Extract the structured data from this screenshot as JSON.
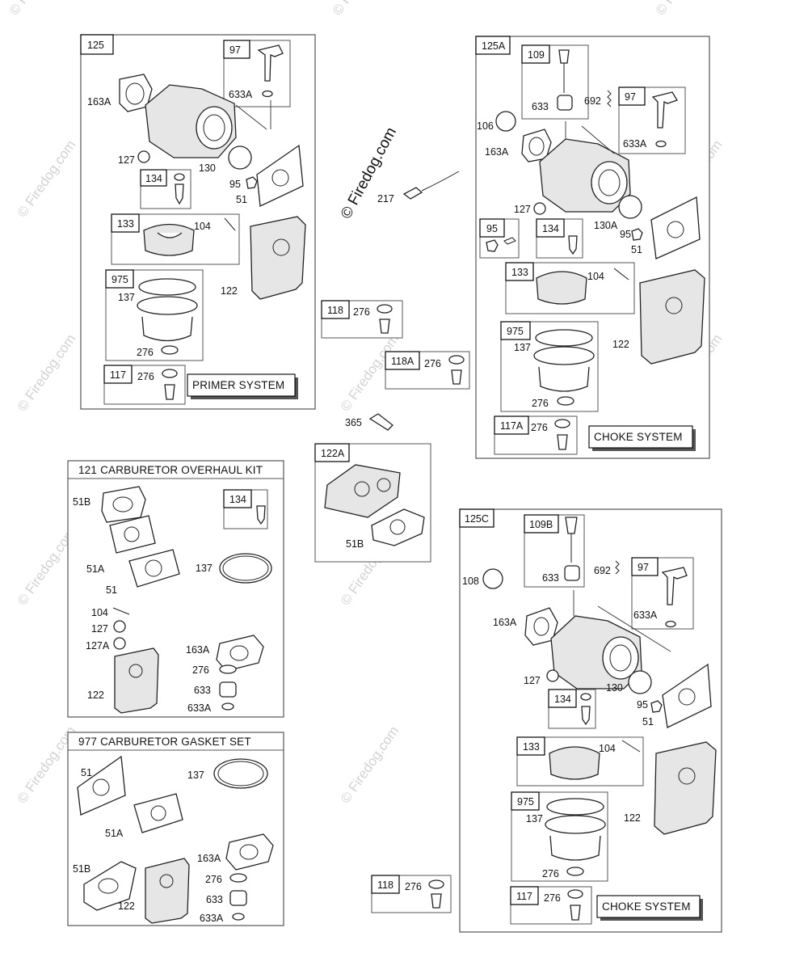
{
  "watermark": {
    "main": "© Firedog.com",
    "repeat": "© Firedog.com"
  },
  "sections": {
    "s125": {
      "tag": "125",
      "subs": {
        "97": "97",
        "134": "134",
        "133": "133",
        "975": "975",
        "117": "117"
      },
      "system": "PRIMER SYSTEM"
    },
    "s125A": {
      "tag": "125A",
      "subs": {
        "109": "109",
        "97": "97",
        "95": "95",
        "134": "134",
        "133": "133",
        "975": "975",
        "117A": "117A"
      },
      "system": "CHOKE SYSTEM"
    },
    "s125C": {
      "tag": "125C",
      "subs": {
        "109B": "109B",
        "97": "97",
        "134": "134",
        "133": "133",
        "975": "975",
        "117": "117"
      },
      "system": "CHOKE SYSTEM"
    },
    "kit121": {
      "title": "121 CARBURETOR OVERHAUL KIT",
      "subs": {
        "134": "134"
      }
    },
    "kit977": {
      "title": "977 CARBURETOR GASKET SET"
    },
    "b118": {
      "tag": "118"
    },
    "b118A": {
      "tag": "118A"
    },
    "b122A": {
      "tag": "122A"
    },
    "b118b": {
      "tag": "118"
    }
  },
  "labels": {
    "l163A": "163A",
    "l127": "127",
    "l130": "130",
    "l95": "95",
    "l51": "51",
    "l633A": "633A",
    "l104": "104",
    "l122": "122",
    "l137": "137",
    "l276": "276",
    "l633": "633",
    "l692": "692",
    "l108": "108",
    "l106": "106",
    "l130A": "130A",
    "l217": "217",
    "l365": "365",
    "l51A": "51A",
    "l51B": "51B",
    "l127A": "127A"
  }
}
